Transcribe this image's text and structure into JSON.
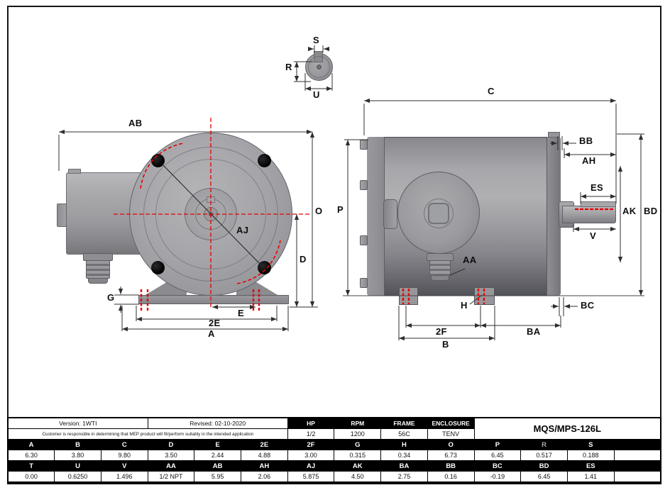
{
  "title_block": {
    "version": "Version: 1WTI",
    "revised": "Revised: 02-10-2020",
    "disclaimer": "Customer is responsible in determining that MEP product will fit/perform suitably in the intended application",
    "spec_headers": {
      "hp": "HP",
      "rpm": "RPM",
      "frame": "FRAME",
      "enclosure": "ENCLOSURE"
    },
    "spec_values": {
      "hp": "1/2",
      "rpm": "1200",
      "frame": "56C",
      "enclosure": "TENV"
    },
    "model": "MQS/MPS-126L"
  },
  "dim_table": {
    "row1_headers": [
      "A",
      "B",
      "C",
      "D",
      "E",
      "2E",
      "2F",
      "G",
      "H",
      "O",
      "P",
      "R",
      "S",
      ""
    ],
    "row1_values": [
      "6.30",
      "3.80",
      "9.80",
      "3.50",
      "2.44",
      "4.88",
      "3.00",
      "0.315",
      "0.34",
      "6.73",
      "6.45",
      "0.517",
      "0.188",
      ""
    ],
    "row2_headers": [
      "T",
      "U",
      "V",
      "AA",
      "AB",
      "AH",
      "AJ",
      "AK",
      "BA",
      "BB",
      "BC",
      "BD",
      "ES",
      ""
    ],
    "row2_values": [
      "0.00",
      "0.6250",
      "1.496",
      "1/2 NPT",
      "5.95",
      "2.06",
      "5.875",
      "4.50",
      "2.75",
      "0.16",
      "-0.19",
      "6.45",
      "1.41",
      ""
    ]
  },
  "drawing": {
    "labels": {
      "s": "S",
      "r": "R",
      "u": "U",
      "ab": "AB",
      "o": "O",
      "d": "D",
      "aj": "AJ",
      "g": "G",
      "e": "E",
      "twoE": "2E",
      "a": "A",
      "c": "C",
      "p": "P",
      "bb": "BB",
      "ah": "AH",
      "es": "ES",
      "ak": "AK",
      "bd": "BD",
      "v": "V",
      "aa": "AA",
      "h": "H",
      "twoF": "2F",
      "b": "B",
      "ba": "BA",
      "bc": "BC"
    },
    "colors": {
      "centerline_red": "#e60000",
      "dimension_line": "#2f2f2f",
      "body_gray": "#9a9a9e"
    }
  }
}
